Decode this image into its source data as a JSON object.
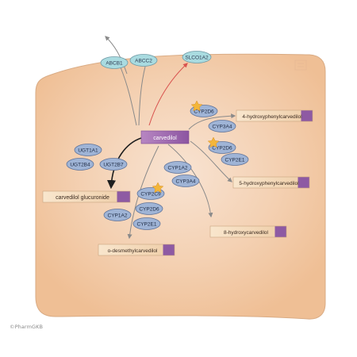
{
  "drug": {
    "label": "carvedilol"
  },
  "transporters": {
    "abcb1": "ABCB1",
    "abcc2": "ABCC2",
    "slco1a2": "SLCO1A2"
  },
  "enzymes": {
    "cyp2d6_a": "CYP2D6",
    "cyp3a4_a": "CYP3A4",
    "cyp2d6_b": "CYP2D6",
    "cyp2e1_a": "CYP2E1",
    "ugt1a1": "UGT1A1",
    "ugt2b4": "UGT2B4",
    "ugt2b7": "UGT2B7",
    "cyp1a2_a": "CYP1A2",
    "cyp3a4_b": "CYP3A4",
    "cyp2c9": "CYP2C9",
    "cyp2d6_c": "CYP2D6",
    "cyp1a2_b": "CYP1A2",
    "cyp2e1_b": "CYP2E1"
  },
  "metabolites": {
    "m4oh": "4-hydroxyphenylcarvedilol",
    "m5oh": "5-hydroxyphenylcarvedilol",
    "mgluc": "carvedilol glucuronide",
    "m8oh": "8-hydroxycarvedilol",
    "mdesm": "o-desmethylcarvedilol"
  },
  "colors": {
    "cell": "#f2c7a2",
    "cell_stroke": "#d7a27a",
    "enzyme_fill": "#9fb4d6",
    "transporter_fill": "#a9dbe0",
    "drug_fill": "#a56db5",
    "metabolite_fill": "#f2d6b3",
    "metabolite_accent": "#8e5aa3",
    "star": "#f3b63a"
  },
  "credit": "©PharmGKB"
}
